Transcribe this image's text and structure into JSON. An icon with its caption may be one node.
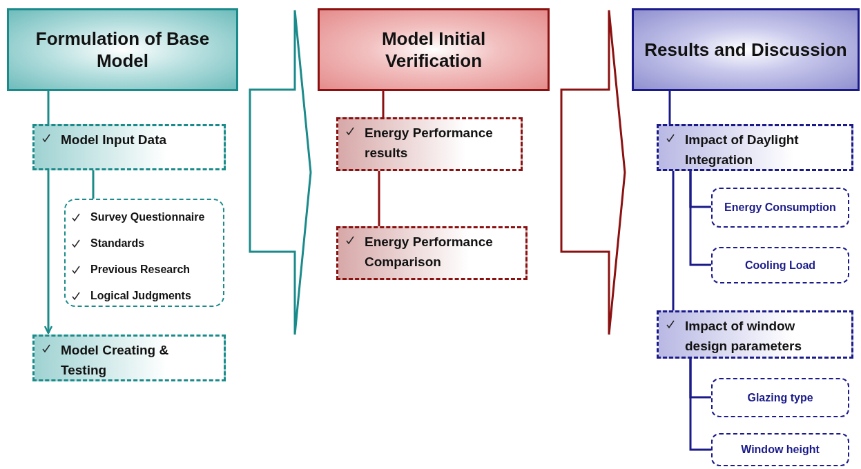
{
  "diagram": {
    "nodes": [
      {
        "text": [
          "Formulation of Base Model"
        ]
      },
      {
        "text": [
          "Model Input Data"
        ]
      },
      {
        "text": [
          "Survey Questionnaire",
          "Standards",
          "Previous Research",
          "Logical Judgments"
        ]
      },
      {
        "text": [
          "Model Creating & Testing"
        ]
      },
      {
        "text": [
          "Model Initial Verification"
        ]
      },
      {
        "text": [
          "Energy Performance results"
        ]
      },
      {
        "text": [
          "Energy Performance Comparison"
        ]
      },
      {
        "text": [
          "Results and Discussion"
        ]
      },
      {
        "text": [
          "Impact of Daylight Integration"
        ]
      },
      {
        "text": [
          "Energy Consumption"
        ]
      },
      {
        "text": [
          "Cooling Load"
        ]
      },
      {
        "text": [
          "Impact of window design parameters"
        ]
      },
      {
        "text": [
          "Glazing type"
        ]
      },
      {
        "text": [
          "Window height"
        ]
      }
    ],
    "edges": [
      {
        "from": 0,
        "to": 1,
        "arrow": "none",
        "color": "#1a8a8a"
      },
      {
        "from": 1,
        "to": 2,
        "arrow": "none",
        "color": "#1a8a8a"
      },
      {
        "from": 1,
        "to": 3,
        "arrow": "to",
        "color": "#1a8a8a"
      },
      {
        "from": 0,
        "to": 4,
        "arrow": "to",
        "color": "#1a8a8a"
      },
      {
        "from": 4,
        "to": 7,
        "arrow": "to",
        "color": "#8b1010"
      },
      {
        "from": 4,
        "to": 5,
        "arrow": "none",
        "color": "#8b1010"
      },
      {
        "from": 5,
        "to": 6,
        "arrow": "none",
        "color": "#8b1010"
      },
      {
        "from": 7,
        "to": 8,
        "arrow": "none"
      },
      {
        "from": 8,
        "to": 9,
        "arrow": "none"
      },
      {
        "from": 8,
        "to": 10,
        "arrow": "none"
      },
      {
        "from": 8,
        "to": 11,
        "arrow": "none"
      },
      {
        "from": 11,
        "to": 12,
        "arrow": "none"
      },
      {
        "from": 11,
        "to": 13,
        "arrow": "none"
      }
    ]
  }
}
